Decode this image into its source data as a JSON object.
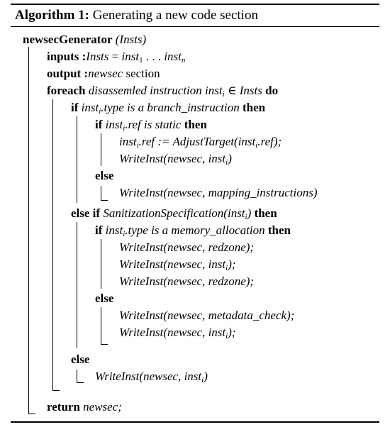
{
  "algorithm": {
    "caption_label": "Algorithm 1:",
    "caption_text": "Generating a new code section",
    "proc_name": "newsecGenerator",
    "proc_arg": "(Insts)",
    "inputs_kw": "inputs :",
    "inputs_var": "Insts",
    "inputs_eq": " = ",
    "inputs_inst1": "inst",
    "inputs_sub1": "1",
    "inputs_dots": " . . . ",
    "inputs_instn": "inst",
    "inputs_subn": "n",
    "output_kw": "output :",
    "output_var": "newsec",
    "output_rest": " section",
    "foreach_kw": "foreach",
    "foreach_text": " disassemled instruction ",
    "foreach_inst": "inst",
    "foreach_sub": "i",
    "foreach_in": " ∈ ",
    "foreach_insts": "Insts",
    "foreach_do": " do",
    "if1_kw": "if",
    "if1_inst": " inst",
    "if1_sub": "i",
    "if1_cond": ".type is a branch_instruction",
    "if1_then": " then",
    "if2_kw": "if",
    "if2_inst": " inst",
    "if2_sub": "i",
    "if2_cond": ".ref is static",
    "if2_then": " then",
    "stmt1_a": "inst",
    "stmt1_sub": "i",
    "stmt1_b": ".ref := AdjustTarget(inst",
    "stmt1_sub2": "i",
    "stmt1_c": ".ref);",
    "stmt2_a": "WriteInst(newsec, inst",
    "stmt2_sub": "i",
    "stmt2_c": ")",
    "else1": "else",
    "stmt3": "WriteInst(newsec, mapping_instructions)",
    "elseif_kw": "else if",
    "elseif_cond": " SanitizationSpecification(inst",
    "elseif_sub": "i",
    "elseif_close": ")",
    "elseif_then": " then",
    "if3_kw": "if",
    "if3_inst": " inst",
    "if3_sub": "i",
    "if3_cond": ".type is a memory_allocation",
    "if3_then": " then",
    "stmt4": "WriteInst(newsec, redzone);",
    "stmt5_a": "WriteInst(newsec, inst",
    "stmt5_sub": "i",
    "stmt5_c": ");",
    "stmt6": "WriteInst(newsec, redzone);",
    "else2": "else",
    "stmt7": "WriteInst(newsec, metadata_check);",
    "stmt8_a": "WriteInst(newsec, inst",
    "stmt8_sub": "i",
    "stmt8_c": ");",
    "else3": "else",
    "stmt9_a": "WriteInst(newsec, inst",
    "stmt9_sub": "i",
    "stmt9_c": ")",
    "return_kw": "return",
    "return_val": " newsec;"
  }
}
